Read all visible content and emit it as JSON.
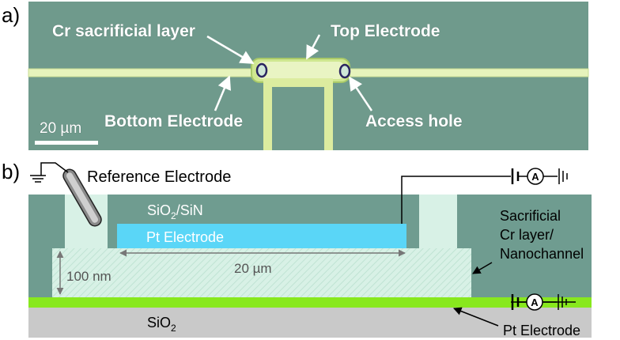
{
  "panel_a": {
    "label": "a)",
    "cr_sacrificial_layer": "Cr sacrificial layer",
    "top_electrode": "Top Electrode",
    "bottom_electrode": "Bottom Electrode",
    "access_hole": "Access hole",
    "scale_bar": "20 µm"
  },
  "panel_b": {
    "label": "b)",
    "reference_electrode": "Reference Electrode",
    "sio2_sin": {
      "main": "SiO",
      "sub1": "2",
      "mid": "/SiN"
    },
    "pt_electrode_top": "Pt Electrode",
    "width_dim": "20 µm",
    "height_dim": "100 nm",
    "sacrificial_1": "Sacrificial",
    "sacrificial_2": "Cr layer/",
    "sacrificial_3": "Nanochannel",
    "sio2_bottom": {
      "main": "SiO",
      "sub": "2"
    },
    "pt_electrode_bottom": "Pt Electrode",
    "ammeter_symbol": "A"
  },
  "colors": {
    "micrograph_bg": "#6f9a8c",
    "trace": "#e6f3bc",
    "sio2_sin": "#6f9c90",
    "pt_top": "#5ad6f7",
    "channel": "#d8f1e6",
    "pt_bottom": "#88e81e",
    "substrate": "#c9c9c9"
  }
}
